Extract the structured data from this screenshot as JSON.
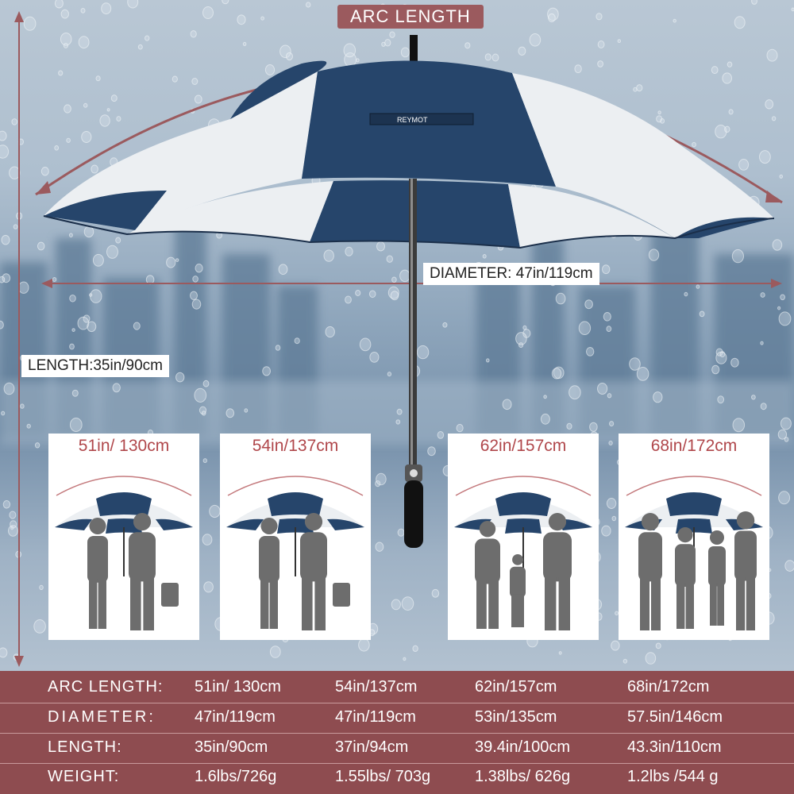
{
  "labels": {
    "arc_length": "ARC LENGTH",
    "diameter": "DIAMETER: 47in/119cm",
    "length": "LENGTH:35in/90cm",
    "brand": "REYMOT"
  },
  "cards": [
    {
      "caption": "51in/ 130cm"
    },
    {
      "caption": "54in/137cm"
    },
    {
      "caption": "62in/157cm"
    },
    {
      "caption": "68in/172cm"
    }
  ],
  "spec_table": {
    "rows": [
      {
        "label": "ARC LENGTH:",
        "values": [
          "51in/ 130cm",
          "54in/137cm",
          "62in/157cm",
          "68in/172cm"
        ]
      },
      {
        "label": "DIAMETER:",
        "values": [
          "47in/119cm",
          "47in/119cm",
          "53in/135cm",
          "57.5in/146cm"
        ]
      },
      {
        "label": "LENGTH:",
        "values": [
          "35in/90cm",
          "37in/94cm",
          "39.4in/100cm",
          "43.3in/110cm"
        ]
      },
      {
        "label": "WEIGHT:",
        "values": [
          "1.6lbs/726g",
          "1.55lbs/ 703g",
          "1.38lbs/ 626g",
          "1.2lbs /544 g"
        ]
      }
    ]
  },
  "colors": {
    "navy": "#26456b",
    "canopy_white": "#eceff2",
    "accent_red": "#9b5a5e",
    "table_bg": "#8e4c50",
    "silhouette": "#6d6d6d"
  }
}
